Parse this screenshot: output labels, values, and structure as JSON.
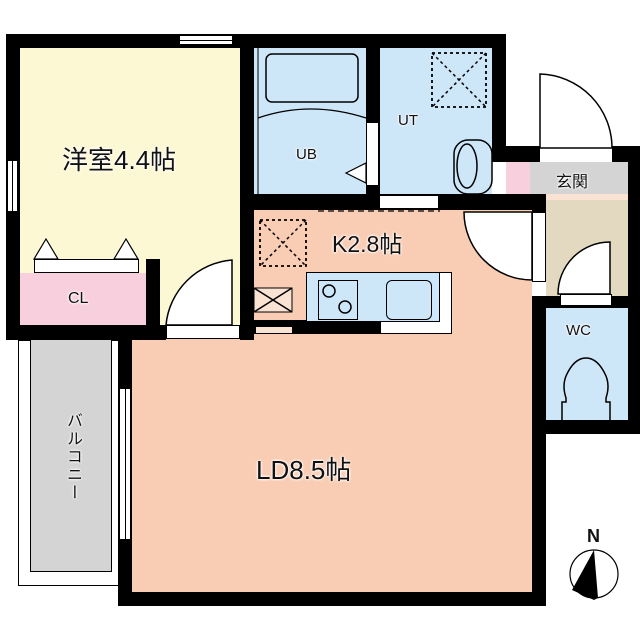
{
  "floor_plan": {
    "rooms": {
      "western_room": {
        "label": "洋室4.4帖",
        "color": "#FDF8D4"
      },
      "closet": {
        "label": "CL",
        "color": "#F8CFDD"
      },
      "unit_bath": {
        "label": "UB",
        "color": "#CDE6F8"
      },
      "utility": {
        "label": "UT",
        "color": "#CDE6F8"
      },
      "kitchen": {
        "label": "K2.8帖",
        "color": "#F9CDB4"
      },
      "living_dining": {
        "label": "LD8.5帖",
        "color": "#F9CDB4"
      },
      "entrance": {
        "label": "玄関",
        "color": "#D4D4D4"
      },
      "hallway": {
        "label": "",
        "color": "#E3D9C1"
      },
      "toilet": {
        "label": "WC",
        "color": "#CDE6F8"
      },
      "balcony": {
        "label": "バルコニー",
        "color": "#D4D4D4"
      },
      "shoe_box": {
        "label": "",
        "color": "#F8CFDD"
      }
    },
    "compass": {
      "label": "N"
    },
    "wall_color": "#000000"
  }
}
